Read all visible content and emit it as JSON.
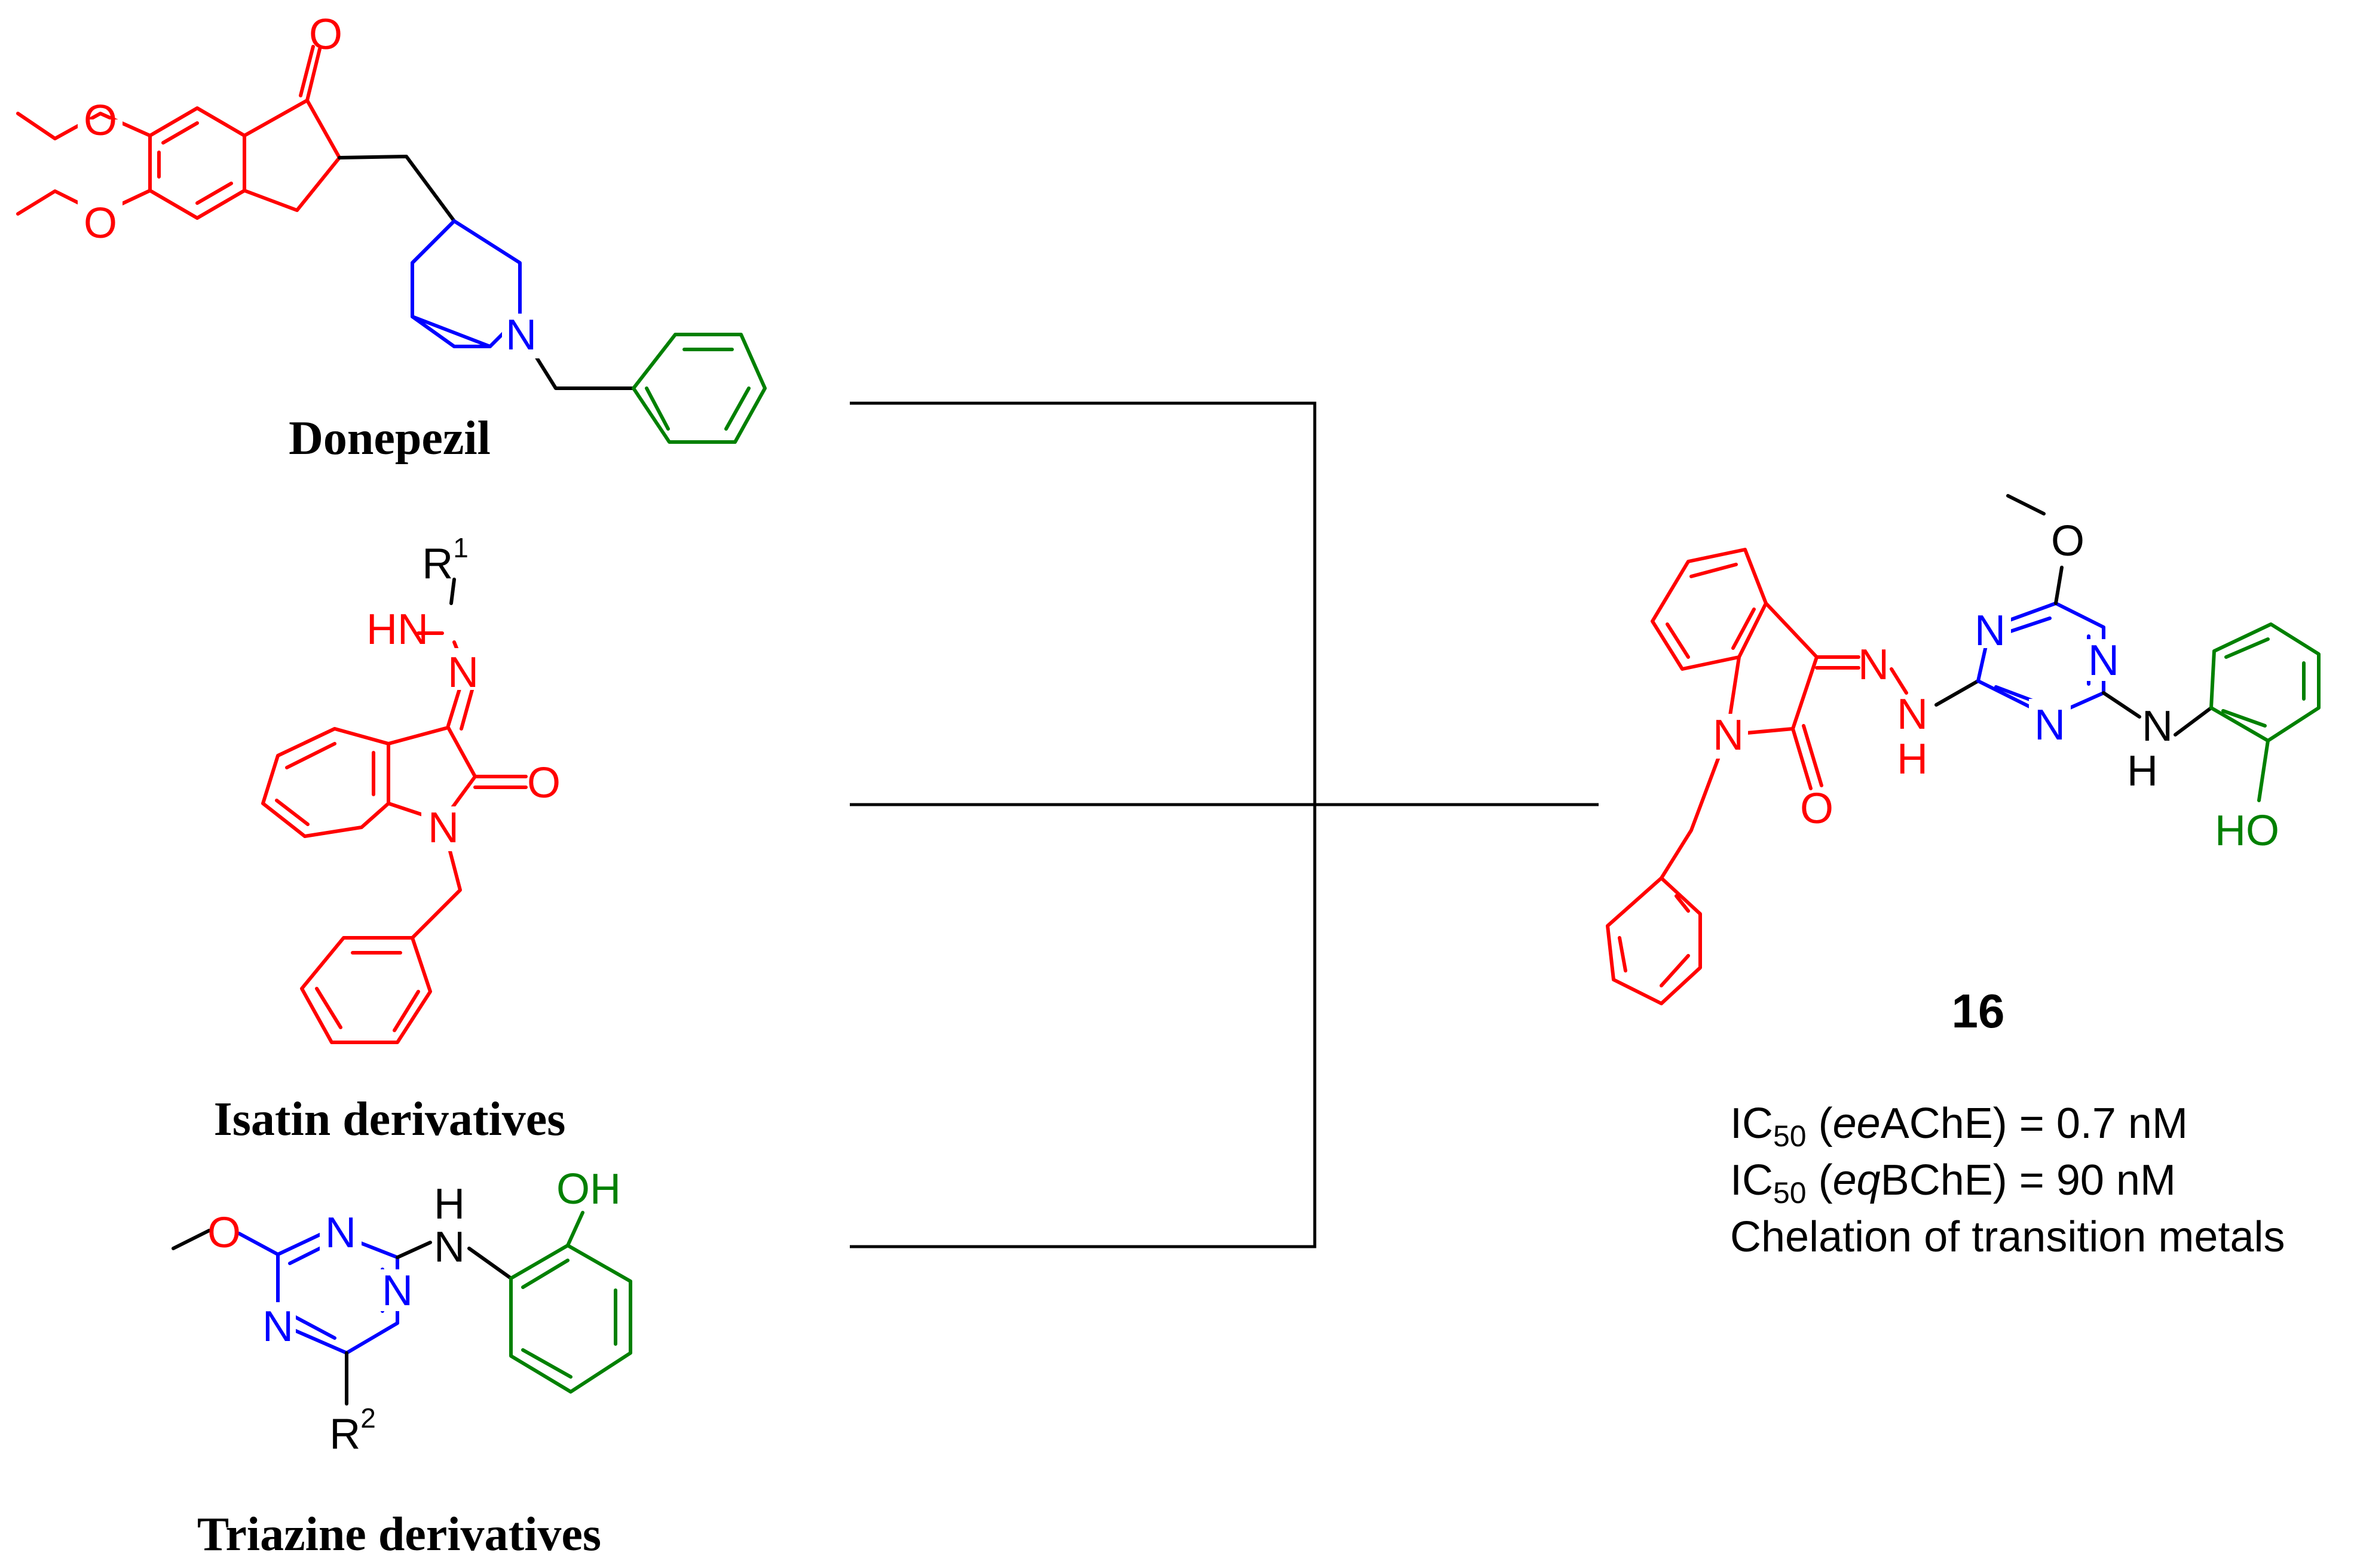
{
  "colors": {
    "fragment_a": "#ff0000",
    "fragment_b": "#0000ff",
    "fragment_c": "#008000",
    "connector": "#000000"
  },
  "donepezil": {
    "caption": "Donepezil",
    "carbonyl_O": "O",
    "methoxy_O1": "O",
    "methoxy_O2": "O",
    "piperidine_N": "N"
  },
  "isatin": {
    "caption": "Isatin derivatives",
    "r1": "R",
    "r1_sup": "1",
    "hn": "HN",
    "n_imine": "N",
    "carbonyl_O": "O",
    "ring_N": "N"
  },
  "triazine": {
    "caption": "Triazine derivatives",
    "methoxy_O": "O",
    "ring_N1": "N",
    "ring_N2": "N",
    "ring_N3": "N",
    "nh_H": "H",
    "nh_N": "N",
    "oh": "OH",
    "r2": "R",
    "r2_sup": "2"
  },
  "compound16": {
    "label": "16",
    "ring_N": "N",
    "carbonyl_O": "O",
    "imine_N": "N",
    "hydrazine_N": "N",
    "hydrazine_H": "H",
    "triazine_N1": "N",
    "triazine_N2": "N",
    "triazine_N3": "N",
    "methoxy_O": "O",
    "aniline_N": "N",
    "aniline_H": "H",
    "oh": "HO",
    "props": {
      "ic50_ache_pre": "IC",
      "ic50_ache_sub": "50",
      "ic50_ache_open": " (",
      "ic50_ache_italic": "ee",
      "ic50_ache_rest": "AChE) = 0.7 nM",
      "ic50_bche_pre": "IC",
      "ic50_bche_sub": "50",
      "ic50_bche_open": " (",
      "ic50_bche_italic": "eq",
      "ic50_bche_rest": "BChE) = 90 nM",
      "chelation": "Chelation of transition metals"
    }
  }
}
